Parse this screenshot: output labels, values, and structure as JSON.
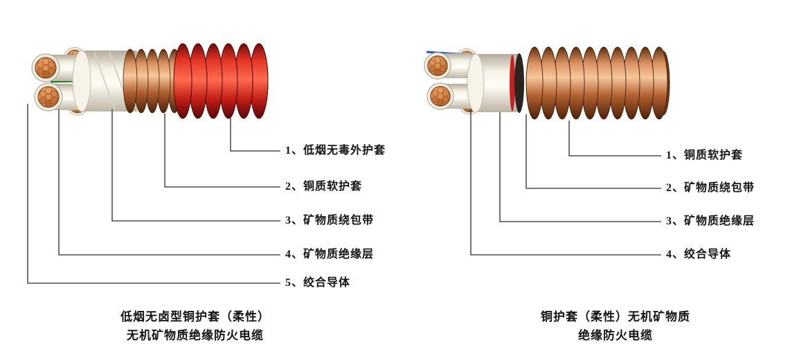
{
  "figure": {
    "left": {
      "labels": [
        "1、低烟无毒外护套",
        "2、铜质软护套",
        "3、矿物质绕包带",
        "4、矿物质绝缘层",
        "5、绞合导体"
      ],
      "caption": [
        "低烟无卤型铜护套（柔性）",
        "无机矿物质绝缘防火电缆"
      ]
    },
    "right": {
      "labels": [
        "1、铜质软护套",
        "2、矿物质绕包带",
        "3、矿物质绝缘层",
        "4、绞合导体"
      ],
      "caption": [
        "铜护套（柔性）无机矿物质",
        "绝缘防火电缆"
      ]
    },
    "colors": {
      "outer_sheath_red": "#cc1c14",
      "copper_sheath": "#c87848",
      "mineral_tape_white": "#f4efe4",
      "conductor_copper": "#c8793f",
      "leader_line": "#2a2a2a",
      "background": "#ffffff"
    }
  }
}
